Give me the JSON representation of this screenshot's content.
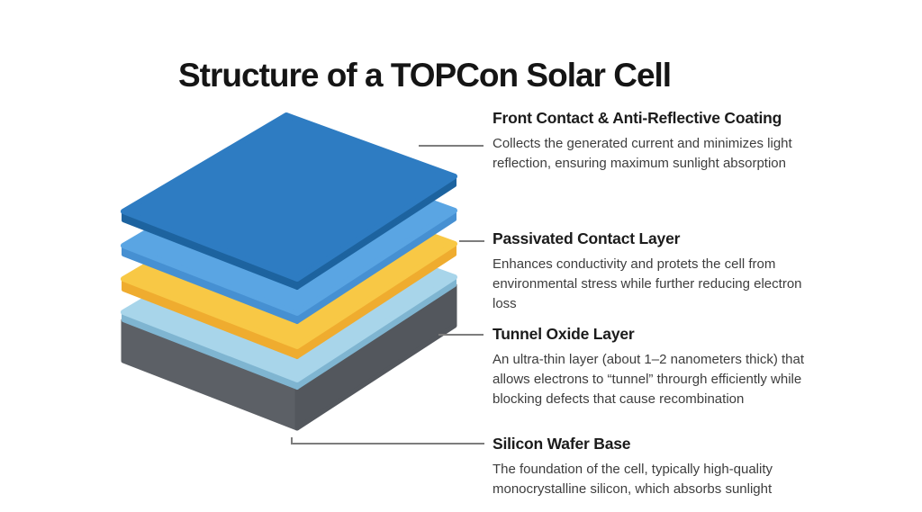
{
  "title": "Structure of a TOPCon Solar Cell",
  "diagram": {
    "leader_color": "#7d7d7d",
    "layers": [
      {
        "name": "front-contact-layer",
        "top": "#2E7CC2",
        "side": "#1D639F"
      },
      {
        "name": "passivated-contact-layer",
        "top": "#5AA5E3",
        "side": "#4690D2"
      },
      {
        "name": "tunnel-oxide-layer",
        "top": "#F8C845",
        "side": "#EFAC2F"
      },
      {
        "name": "wafer-surface-layer",
        "top": "#A8D5EA",
        "side": "#7FB5D1"
      },
      {
        "name": "wafer-body",
        "top": "#6E7278",
        "left": "#5C6066",
        "right": "#53575D"
      }
    ]
  },
  "annotations": [
    {
      "title": "Front Contact & Anti-Reflective Coating",
      "body": "Collects the generated current and minimizes light reflection, ensuring maximum sunlight absorption"
    },
    {
      "title": "Passivated Contact Layer",
      "body": "Enhances conductivity and protets the cell from environmental stress while further reducing electron loss"
    },
    {
      "title": "Tunnel Oxide Layer",
      "body": "An ultra-thin layer (about 1–2 nanometers thick) that allows electrons to “tunnel” throurgh efficiently while blocking defects that cause recombination"
    },
    {
      "title": "Silicon Wafer Base",
      "body": "The foundation of the cell, typically high-quality monocrystalline silicon, which absorbs sunlight"
    }
  ]
}
